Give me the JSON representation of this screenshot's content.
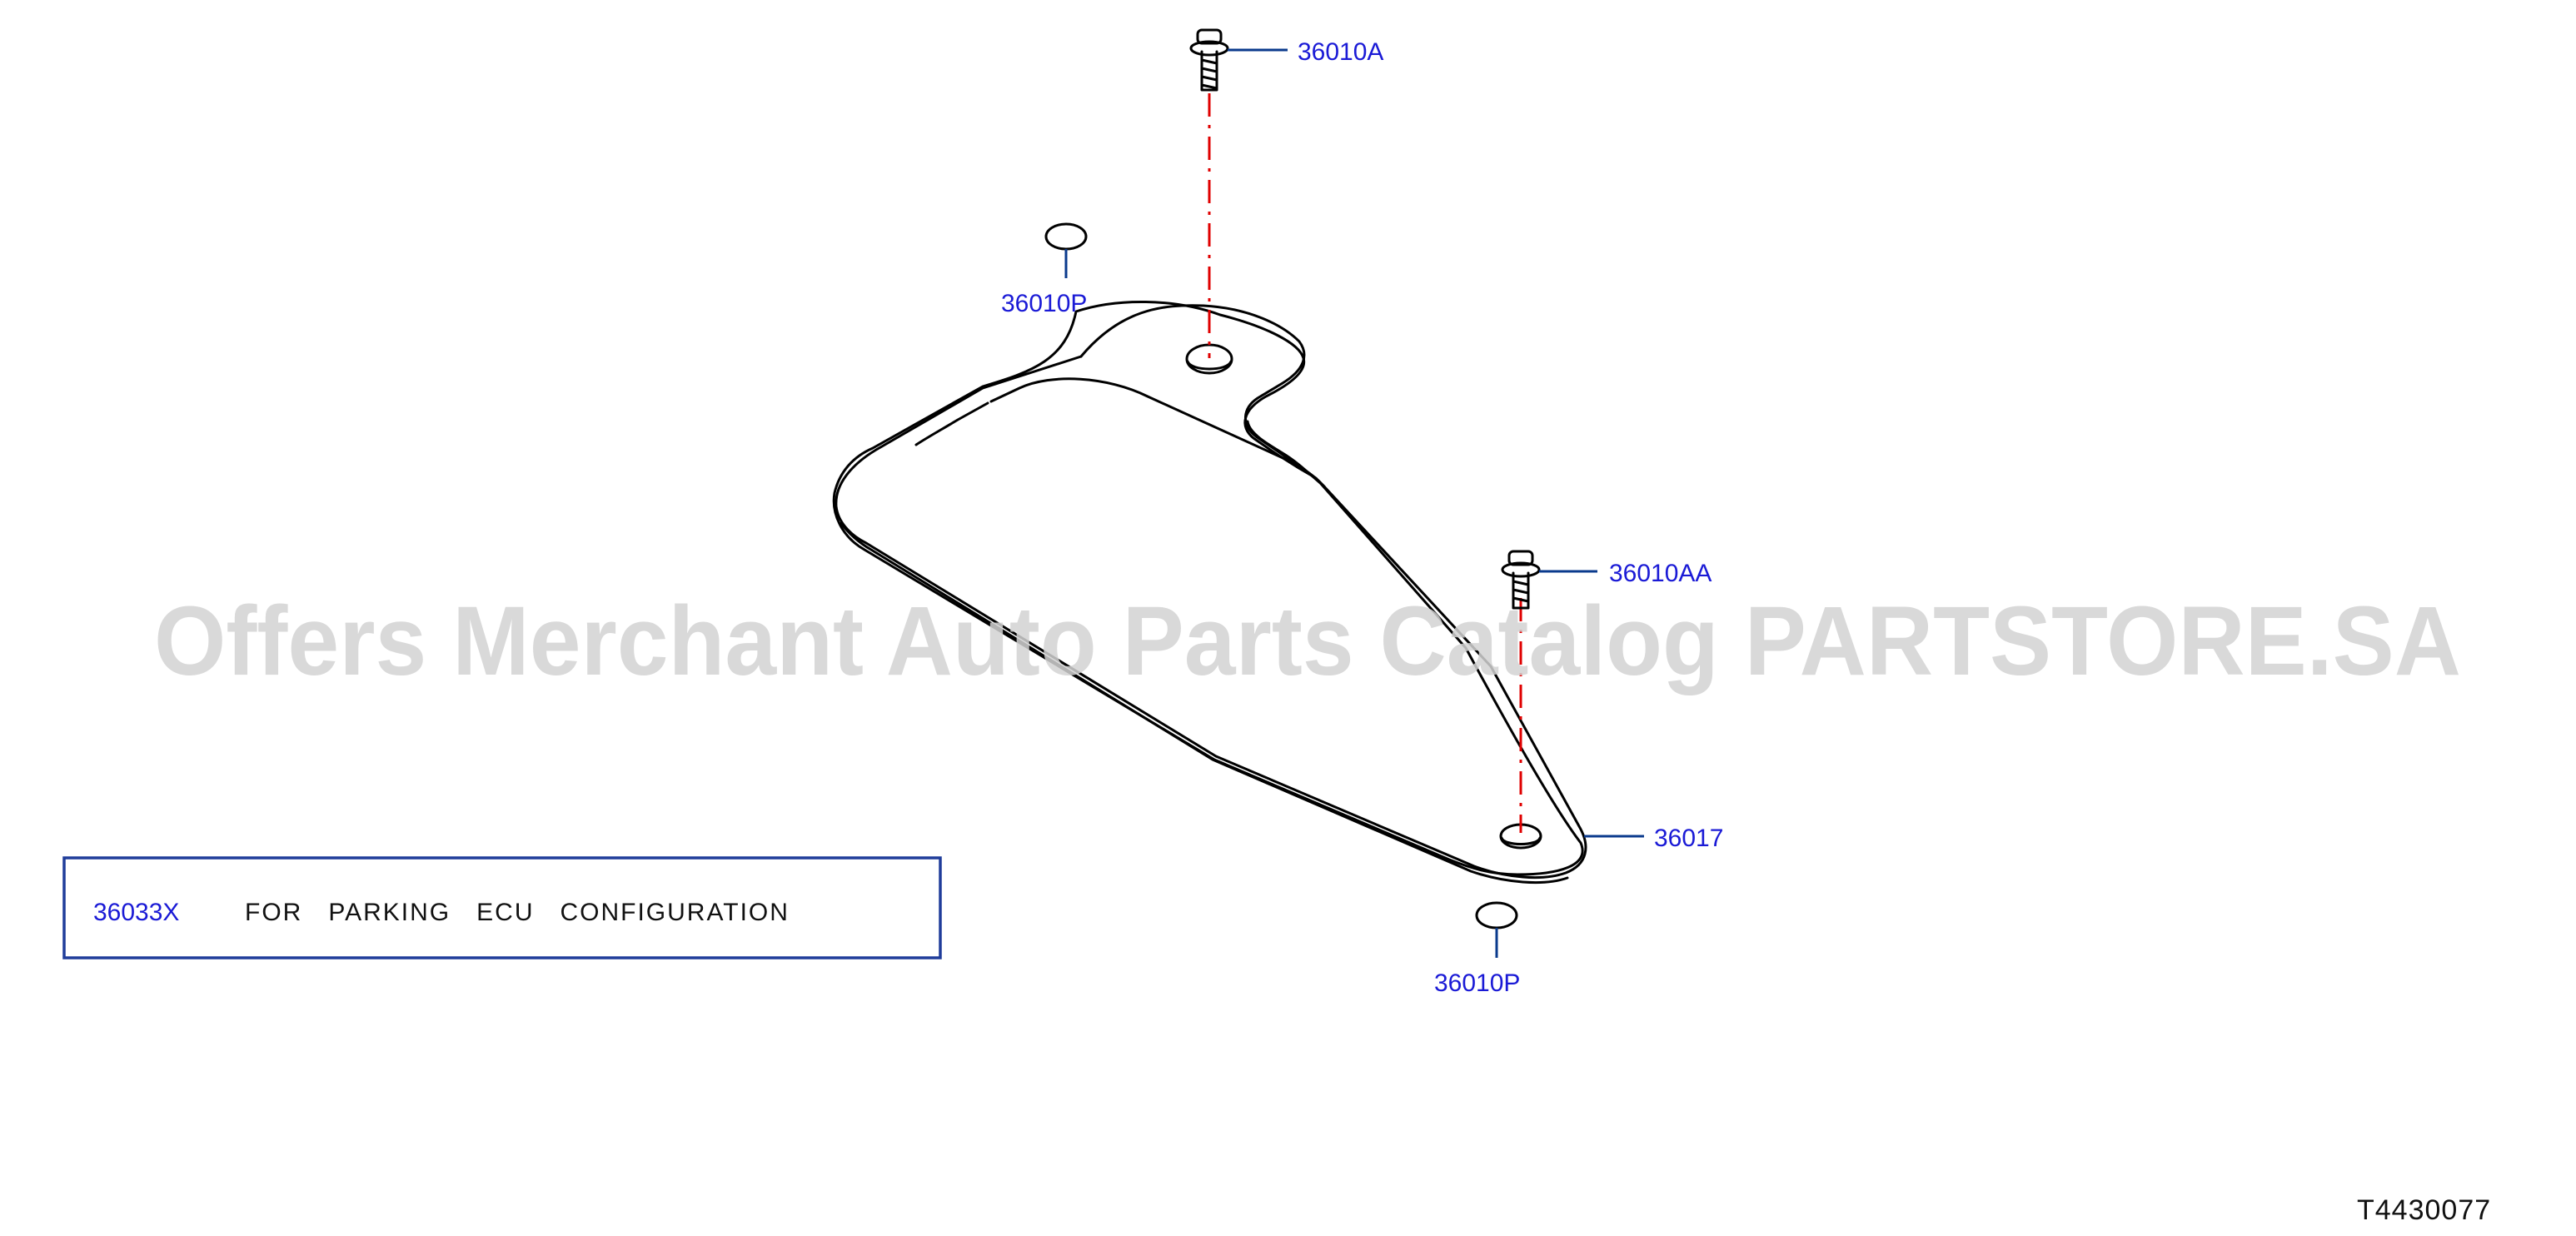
{
  "callouts": {
    "bolt_top": "36010A",
    "clip_top": "36010P",
    "bolt_right": "36010AA",
    "bracket": "36017",
    "clip_bottom": "36010P"
  },
  "note": {
    "code": "36033X",
    "text": "FOR   PARKING   ECU   CONFIGURATION"
  },
  "watermark": "Offers Merchant Auto Parts Catalog PARTSTORE.SA",
  "diagram_id": "T4430077",
  "colors": {
    "callout_text": "#1a1ad6",
    "leader_line": "#0a3a8c",
    "center_line": "#e00000",
    "outline": "#000000"
  }
}
